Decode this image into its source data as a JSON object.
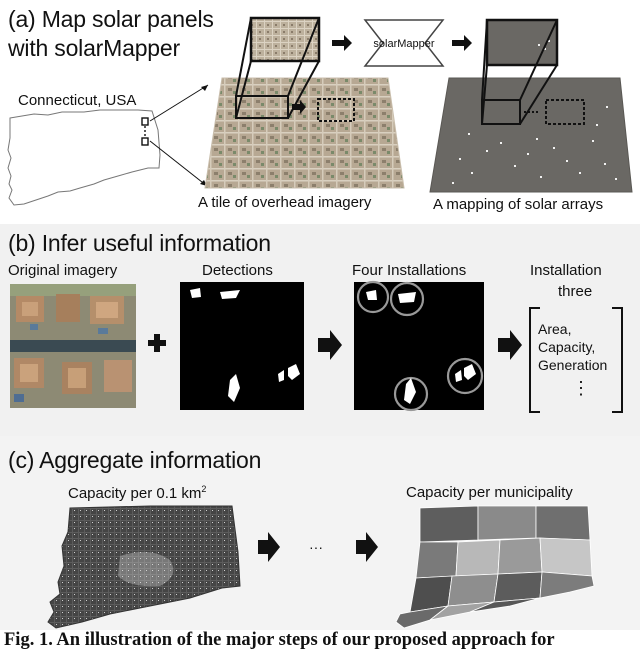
{
  "panel_a": {
    "title_line1": "(a) Map solar panels",
    "title_line2": "with solarMapper",
    "state_label": "Connecticut, USA",
    "tile_caption": "A tile of overhead imagery",
    "mapping_caption": "A mapping of solar arrays",
    "model_label": "solarMapper"
  },
  "panel_b": {
    "title": "(b) Infer useful information",
    "original_label": "Original imagery",
    "detections_label": "Detections",
    "installations_label": "Four Installations",
    "installation_three_line1": "Installation",
    "installation_three_line2": "three",
    "info_items": [
      "Area,",
      "Capacity,",
      "Generation"
    ],
    "info_dots": "⋮"
  },
  "panel_c": {
    "title": "(c) Aggregate information",
    "grid_label": "Capacity per 0.1 km",
    "grid_label_sup": "2",
    "municipality_label": "Capacity per municipality",
    "ellipsis": "···"
  },
  "caption": "Fig. 1. An illustration of the major steps of our proposed approach for",
  "colors": {
    "imagery_tan": "#b7a893",
    "mapping_gray": "#6a6864",
    "detection_black": "#000000",
    "panel_bg": "#f1f1f1"
  }
}
